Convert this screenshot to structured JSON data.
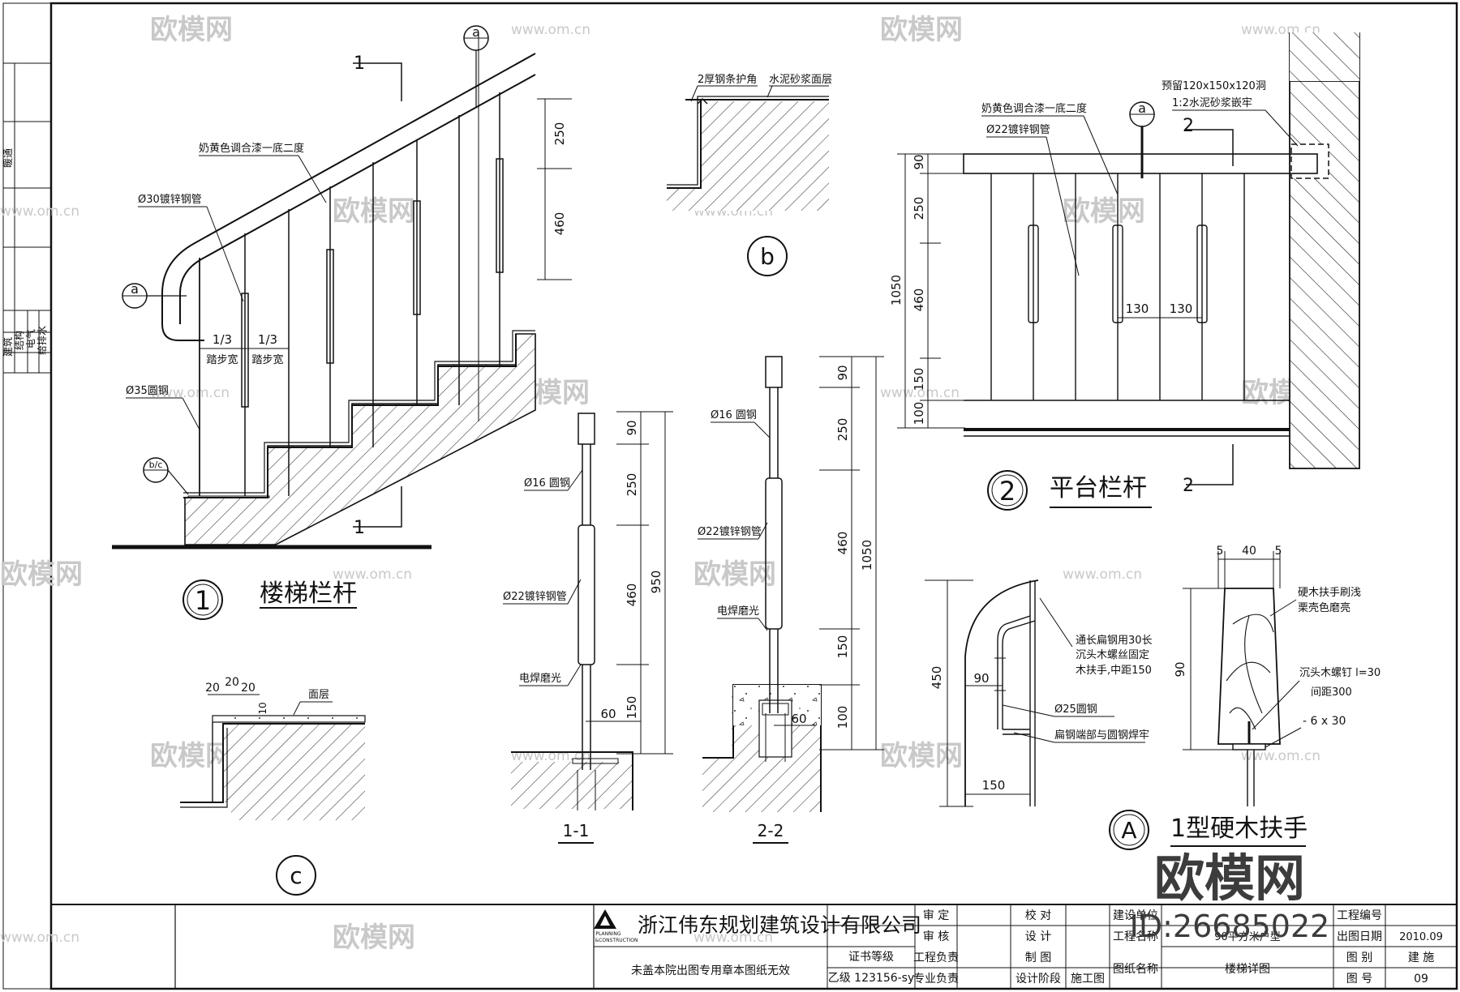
{
  "sheet": {
    "side_labels": [
      "暖通",
      "建筑",
      "结构",
      "电气",
      "给排水"
    ]
  },
  "detail1": {
    "title": "楼梯栏杆",
    "number": "1",
    "section_marks": [
      "1",
      "1"
    ],
    "callout_a": "a",
    "callout_a2": "a",
    "callout_bc": "b/c",
    "paint_note": "奶黄色调合漆一底二度",
    "pipe30": "Ø30镀锌钢管",
    "round35": "Ø35圆钢",
    "third1": "1/3",
    "third2": "1/3",
    "tread1": "踏步宽",
    "tread2": "踏步宽",
    "dim250": "250",
    "dim460": "460"
  },
  "detailB": {
    "label": "b",
    "note_angle": "2厚钢条护角",
    "note_mortar": "水泥砂浆面层"
  },
  "detailC": {
    "label": "c",
    "note_surface": "面层",
    "dims": [
      "20",
      "20",
      "20",
      "10"
    ]
  },
  "section11": {
    "title": "1-1",
    "round16": "Ø16 圆钢",
    "pipe22": "Ø22镀锌钢管",
    "weld": "电焊磨光",
    "dims": [
      "90",
      "250",
      "460",
      "150"
    ],
    "total": "950",
    "dim60": "60"
  },
  "section22": {
    "title": "2-2",
    "round16": "Ø16 圆钢",
    "pipe22": "Ø22镀锌钢管",
    "weld": "电焊磨光",
    "dims": [
      "90",
      "250",
      "460",
      "150",
      "100"
    ],
    "total": "1050",
    "dim60": "60"
  },
  "detail2": {
    "title": "平台栏杆",
    "number": "2",
    "section_marks": [
      "2",
      "2"
    ],
    "callout_a": "a",
    "paint_note": "奶黄色调合漆一底二度",
    "pipe22": "Ø22镀锌钢管",
    "hole_note1": "预留120x150x120洞",
    "hole_note2": "1:2水泥砂浆嵌牢",
    "dims": [
      "90",
      "250",
      "460",
      "150",
      "100"
    ],
    "total": "1050",
    "spacing": [
      "130",
      "130"
    ]
  },
  "detailA": {
    "title": "1型硬木扶手",
    "label": "A",
    "note_bar1": "通长扁钢用30长",
    "note_bar2": "沉头木螺丝固定",
    "note_bar3": "木扶手,中距150",
    "round25": "Ø25圆钢",
    "note_weld": "扁钢端部与圆钢焊牢",
    "dim450": "450",
    "dim90": "90",
    "dim150": "150",
    "top_dims": [
      "5",
      "40",
      "5"
    ],
    "height90": "90",
    "note_wood1": "硬木扶手刷浅",
    "note_wood2": "栗壳色磨亮",
    "note_screw1": "沉头木螺钉 l=30",
    "note_screw2": "间距300",
    "note_flat": "- 6 x 30"
  },
  "titleblock": {
    "company": "浙江伟东规划建筑设计有限公司",
    "logo1": "PLANNING",
    "logo2": "&CONSTRUCTION",
    "notice": "未盖本院出图专用章本图纸无效",
    "cert_label": "证书等级",
    "cert_value": "乙级 123156-sy",
    "review": "审 定",
    "audit": "审 核",
    "proj_lead": "工程负责",
    "spec_lead": "专业负责",
    "check": "校 对",
    "design": "设 计",
    "draw": "制 图",
    "stage_label": "设计阶段",
    "stage_value": "施工图",
    "client_label": "建设单位",
    "proj_label": "工程名称",
    "proj_value": "90平方米户型",
    "drawing_label": "图纸名称",
    "drawing_value": "楼梯详图",
    "projno_label": "工程编号",
    "date_label": "出图日期",
    "date_value": "2010.09",
    "category_label": "图 别",
    "category_value": "建 施",
    "number_label": "图 号",
    "number_value": "09"
  },
  "watermarks": {
    "brand": "欧模网",
    "site": "www.om.cn",
    "big": "欧模网",
    "id": "ID:26685022"
  }
}
